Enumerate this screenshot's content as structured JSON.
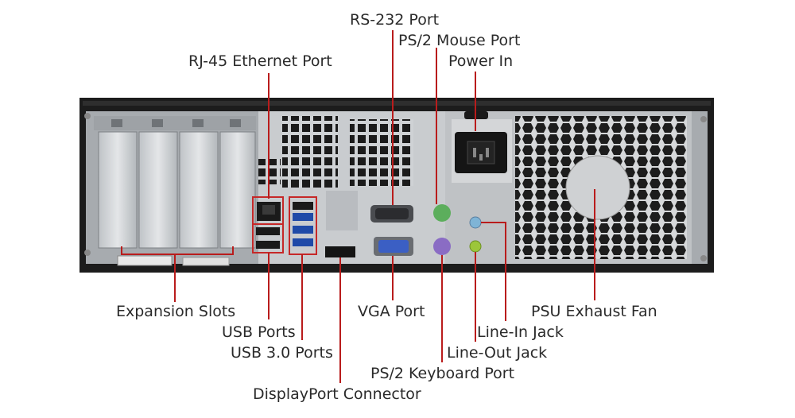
{
  "labels": {
    "rs232": "RS-232 Port",
    "ps2_mouse": "PS/2 Mouse Port",
    "power_in": "Power In",
    "rj45": "RJ-45 Ethernet Port",
    "expansion_slots": "Expansion Slots",
    "usb_ports": "USB Ports",
    "usb3_ports": "USB 3.0 Ports",
    "displayport": "DisplayPort Connector",
    "vga": "VGA Port",
    "ps2_keyboard": "PS/2 Keyboard Port",
    "line_out": "Line-Out Jack",
    "line_in": "Line-In Jack",
    "psu_fan": "PSU Exhaust Fan"
  },
  "colors": {
    "pointer": "#b91c1c",
    "chassis": "#1c1c1c",
    "panel": "#c9cccf",
    "ps2_mouse": "#5cae5c",
    "ps2_keyboard": "#8a6cc4",
    "vga": "#3b5fc4",
    "line_in": "#7fb4d6",
    "line_out": "#9cc63a"
  }
}
